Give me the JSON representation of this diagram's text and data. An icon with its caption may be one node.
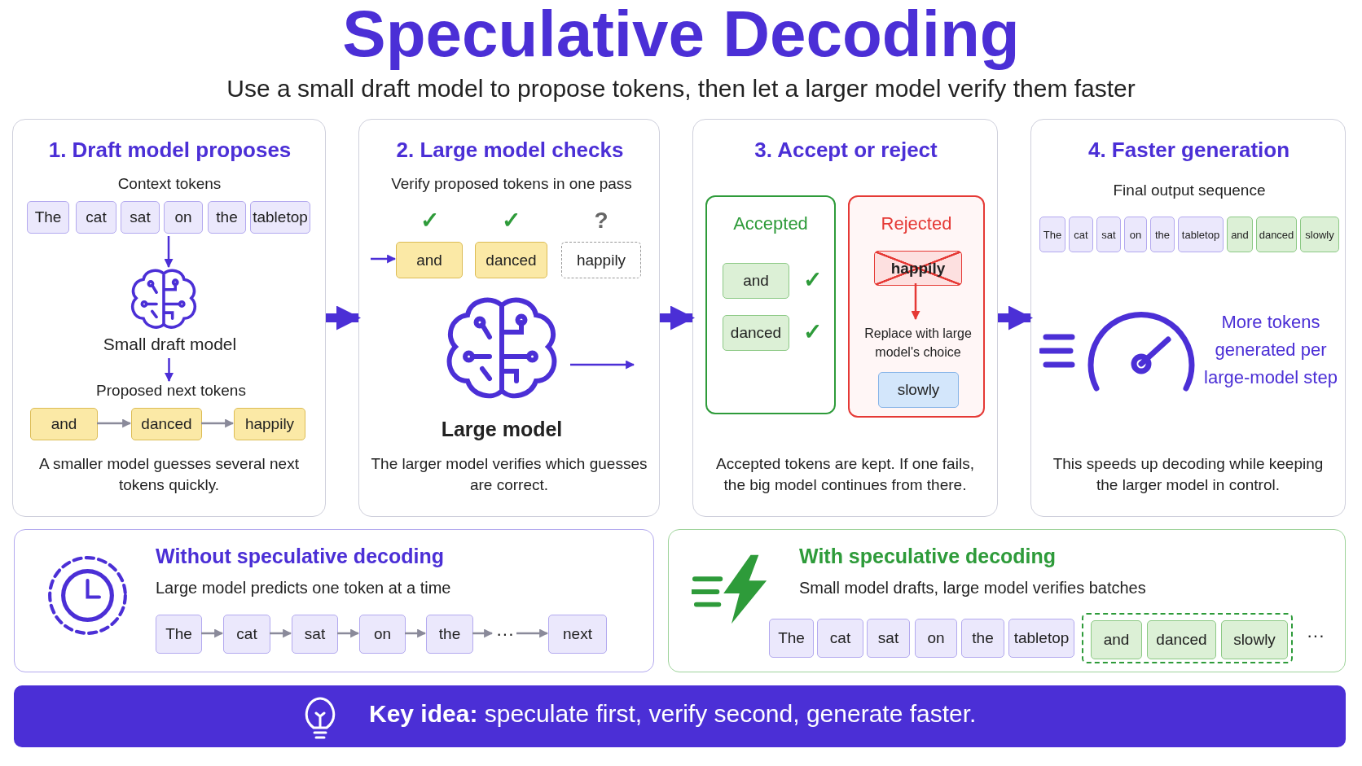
{
  "diagram": {
    "title": "Speculative Decoding",
    "nodes": [
      {
        "text": [
          "1. Draft model proposes",
          "A smaller model guesses several next tokens quickly."
        ]
      },
      {
        "text": [
          "Context tokens"
        ],
        "in": 0
      },
      {
        "text": [
          "The"
        ],
        "in": 1
      },
      {
        "text": [
          "cat"
        ],
        "in": 1
      },
      {
        "text": [
          "sat"
        ],
        "in": 1
      },
      {
        "text": [
          "on"
        ],
        "in": 1
      },
      {
        "text": [
          "the"
        ],
        "in": 1
      },
      {
        "text": [
          "tabletop"
        ],
        "in": 1
      },
      {
        "text": [
          "Small draft model"
        ],
        "in": 0
      },
      {
        "text": [
          "Proposed next tokens"
        ],
        "in": 0
      },
      {
        "text": [
          "and"
        ],
        "in": 9
      },
      {
        "text": [
          "danced"
        ],
        "in": 9
      },
      {
        "text": [
          "happily"
        ],
        "in": 9
      },
      {
        "text": [
          "2. Large model checks",
          "The larger model verifies which guesses are correct."
        ]
      },
      {
        "text": [
          "Verify proposed tokens in one pass"
        ],
        "in": 13
      },
      {
        "text": [
          "and"
        ],
        "in": 14,
        "beside": [
          "✓"
        ]
      },
      {
        "text": [
          "danced"
        ],
        "in": 14,
        "beside": [
          "✓"
        ]
      },
      {
        "text": [
          "happily"
        ],
        "in": 14,
        "beside": [
          "?"
        ]
      },
      {
        "text": [
          "Large model"
        ],
        "in": 13
      },
      {
        "text": [
          "3. Accept or reject",
          "Accepted tokens are kept. If one fails, the big model continues from there."
        ]
      },
      {
        "text": [
          "Accepted"
        ],
        "in": 19
      },
      {
        "text": [
          "and"
        ],
        "in": 20,
        "beside": [
          "✓"
        ]
      },
      {
        "text": [
          "danced"
        ],
        "in": 20,
        "beside": [
          "✓"
        ]
      },
      {
        "text": [
          "Rejected"
        ],
        "in": 19
      },
      {
        "text": [
          "happily"
        ],
        "in": 23
      },
      {
        "text": [
          "Replace with large model's choice"
        ],
        "in": 23
      },
      {
        "text": [
          "slowly"
        ],
        "in": 23
      },
      {
        "text": [
          "4. Faster generation",
          "This speeds up decoding while keeping the larger model in control."
        ]
      },
      {
        "text": [
          "Final output sequence"
        ],
        "in": 27
      },
      {
        "text": [
          "The"
        ],
        "in": 28
      },
      {
        "text": [
          "cat"
        ],
        "in": 28
      },
      {
        "text": [
          "sat"
        ],
        "in": 28
      },
      {
        "text": [
          "on"
        ],
        "in": 28
      },
      {
        "text": [
          "the"
        ],
        "in": 28
      },
      {
        "text": [
          "tabletop"
        ],
        "in": 28
      },
      {
        "text": [
          "and"
        ],
        "in": 28
      },
      {
        "text": [
          "danced"
        ],
        "in": 28
      },
      {
        "text": [
          "slowly"
        ],
        "in": 28
      },
      {
        "text": [
          "More tokens generated per large-model step"
        ],
        "in": 27
      },
      {
        "text": [
          "Without speculative decoding",
          "Large model predicts one token at a time"
        ]
      },
      {
        "text": [
          "The"
        ],
        "in": 39
      },
      {
        "text": [
          "cat"
        ],
        "in": 39
      },
      {
        "text": [
          "sat"
        ],
        "in": 39
      },
      {
        "text": [
          "on"
        ],
        "in": 39
      },
      {
        "text": [
          "the"
        ],
        "in": 39
      },
      {
        "text": [
          "···"
        ],
        "in": 39
      },
      {
        "text": [
          "next"
        ],
        "in": 39
      },
      {
        "text": [
          "With speculative decoding",
          "Small model drafts, large model verifies batches"
        ]
      },
      {
        "text": [
          "The"
        ],
        "in": 47
      },
      {
        "text": [
          "cat"
        ],
        "in": 47
      },
      {
        "text": [
          "sat"
        ],
        "in": 47
      },
      {
        "text": [
          "on"
        ],
        "in": 47
      },
      {
        "text": [
          "the"
        ],
        "in": 47
      },
      {
        "text": [
          "tabletop"
        ],
        "in": 47
      },
      {
        "text": [],
        "shape": "box",
        "in": 47
      },
      {
        "text": [
          "and"
        ],
        "in": 54
      },
      {
        "text": [
          "danced"
        ],
        "in": 54
      },
      {
        "text": [
          "slowly"
        ],
        "in": 54
      },
      {
        "text": [
          "**Key idea:** speculate first, verify second, generate faster."
        ]
      }
    ],
    "edges": [
      {
        "from": 0,
        "to": 13,
        "arrow": "to",
        "style": "thick",
        "color": "#4b2fd6"
      },
      {
        "from": 13,
        "to": 19,
        "arrow": "to",
        "style": "thick",
        "color": "#4b2fd6"
      },
      {
        "from": 19,
        "to": 27,
        "arrow": "to",
        "style": "thick",
        "color": "#4b2fd6"
      },
      {
        "from": 1,
        "to": 8,
        "arrow": "to",
        "color": "#4b2fd6"
      },
      {
        "from": 8,
        "to": 9,
        "arrow": "to",
        "color": "#4b2fd6"
      },
      {
        "from": 10,
        "to": 11,
        "arrow": "to"
      },
      {
        "from": 11,
        "to": 12,
        "arrow": "to"
      },
      {
        "from": null,
        "to": 15,
        "arrow": "to",
        "color": "#4b2fd6"
      },
      {
        "from": 18,
        "to": null,
        "arrow": "to",
        "color": "#4b2fd6"
      },
      {
        "from": 24,
        "to": 25,
        "arrow": "to",
        "color": "#e53935"
      },
      {
        "from": 40,
        "to": 41,
        "arrow": "to"
      },
      {
        "from": 41,
        "to": 42,
        "arrow": "to"
      },
      {
        "from": 42,
        "to": 43,
        "arrow": "to"
      },
      {
        "from": 43,
        "to": 44,
        "arrow": "to"
      },
      {
        "from": 44,
        "to": 45,
        "arrow": "to"
      },
      {
        "from": 45,
        "to": 46,
        "arrow": "to"
      }
    ],
    "labels": [
      "Use a small draft model to propose tokens, then let a larger model verify them faster",
      "···"
    ]
  }
}
